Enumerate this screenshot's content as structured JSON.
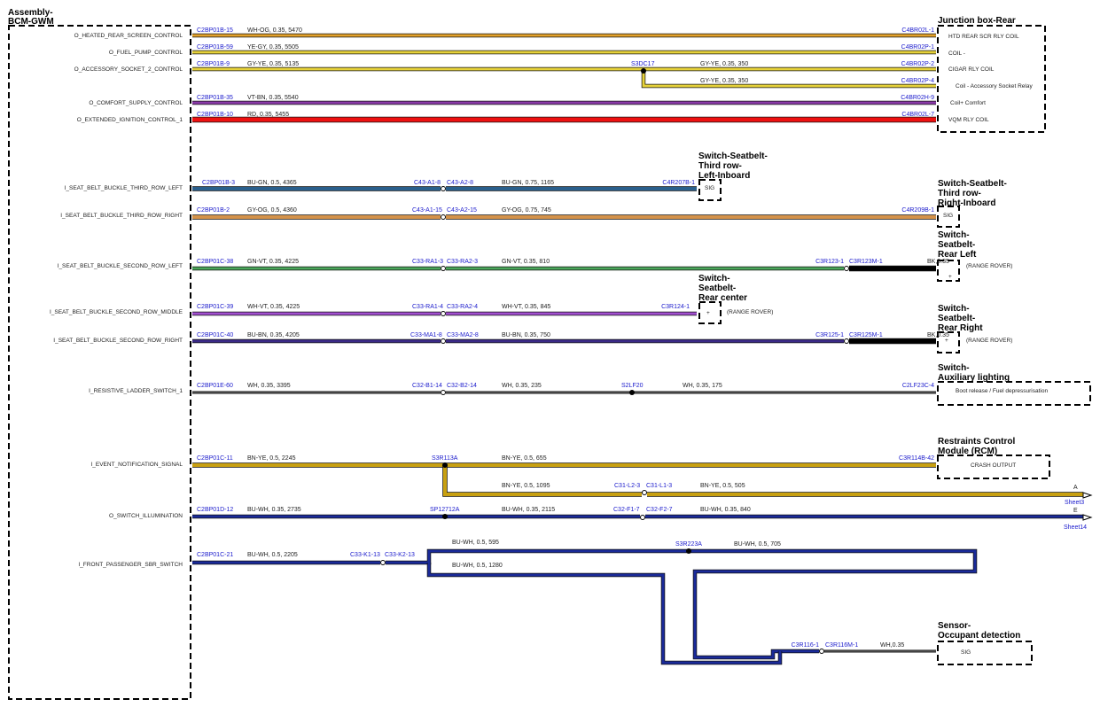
{
  "diagram": {
    "components": {
      "bcm": {
        "line1": "Assembly-",
        "line2": "BCM-GWM"
      },
      "jbox": {
        "title": "Junction box-Rear",
        "pins": [
          "HTD REAR SCR RLY COIL",
          "COIL -",
          "CIGAR RLY COIL",
          "Coil - Accessory Socket Relay",
          "Coil+ Comfort",
          "VQM RLY COIL"
        ]
      },
      "sw3l": {
        "l1": "Switch-Seatbelt-",
        "l2": "Third row-",
        "l3": "Left-Inboard",
        "pin": "SIG"
      },
      "sw3r": {
        "l1": "Switch-Seatbelt-",
        "l2": "Third row-",
        "l3": "Right-Inboard",
        "pin": "SIG"
      },
      "sw2l": {
        "l1": "Switch-",
        "l2": "Seatbelt-",
        "l3": "Rear Left",
        "pin": "+",
        "note": "(RANGE ROVER)"
      },
      "sw2c": {
        "l1": "Switch-",
        "l2": "Seatbelt-",
        "l3": "Rear center",
        "pin": "+",
        "note": "(RANGE ROVER)"
      },
      "sw2r": {
        "l1": "Switch-",
        "l2": "Seatbelt-",
        "l3": "Rear Right",
        "pin": "+",
        "note": "(RANGE ROVER)"
      },
      "aux": {
        "l1": "Switch-",
        "l2": "Auxiliary lighting",
        "pin": "Boot release / Fuel depressurisation"
      },
      "rcm": {
        "l1": "Restraints Control",
        "l2": "Module (RCM)",
        "pin": "CRASH OUTPUT"
      },
      "occ": {
        "l1": "Sensor-",
        "l2": "Occupant detection",
        "pin": "SIG"
      }
    },
    "signals": [
      "O_HEATED_REAR_SCREEN_CONTROL",
      "O_FUEL_PUMP_CONTROL",
      "O_ACCESSORY_SOCKET_2_CONTROL",
      "O_COMFORT_SUPPLY_CONTROL",
      "O_EXTENDED_IGNITION_CONTROL_1",
      "I_SEAT_BELT_BUCKLE_THIRD_ROW_LEFT",
      "I_SEAT_BELT_BUCKLE_THIRD_ROW_RIGHT",
      "I_SEAT_BELT_BUCKLE_SECOND_ROW_LEFT",
      "I_SEAT_BELT_BUCKLE_SECOND_ROW_MIDDLE",
      "I_SEAT_BELT_BUCKLE_SECOND_ROW_RIGHT",
      "I_RESISTIVE_LADDER_SWITCH_1",
      "I_EVENT_NOTIFICATION_SIGNAL",
      "O_SWITCH_ILLUMINATION",
      "I_FRONT_PASSENGER_SBR_SWITCH"
    ],
    "connectors": {
      "r1_a": "C2BP01B-15",
      "r1_b": "C4BR02L-1",
      "r2_a": "C2BP01B-59",
      "r2_b": "C4BR02P-1",
      "r3_a": "C2BP01B-9",
      "r3_s": "S3DC17",
      "r3_b": "C4BR02P-2",
      "r3_c": "C4BR02P-4",
      "r4_a": "C2BP01B-35",
      "r4_b": "C4BR02H-9",
      "r5_a": "C2BP01B-10",
      "r5_b": "C4BR02L-7",
      "r6_a": "C2BP01B-3",
      "r6_i1": "C43-A1-8",
      "r6_i2": "C43-A2-8",
      "r6_b": "C4R207B-1",
      "r7_a": "C2BP01B-2",
      "r7_i1": "C43-A1-15",
      "r7_i2": "C43-A2-15",
      "r7_b": "C4R209B-1",
      "r8_a": "C2BP01C-38",
      "r8_i1": "C33-RA1-3",
      "r8_i2": "C33-RA2-3",
      "r8_b": "C3R123-1",
      "r8_c": "C3R123M-1",
      "r9_a": "C2BP01C-39",
      "r9_i1": "C33-RA1-4",
      "r9_i2": "C33-RA2-4",
      "r9_b": "C3R124-1",
      "r10_a": "C2BP01C-40",
      "r10_i1": "C33-MA1-8",
      "r10_i2": "C33-MA2-8",
      "r10_b": "C3R125-1",
      "r10_c": "C3R125M-1",
      "r11_a": "C2BP01E-60",
      "r11_i1": "C32-B1-14",
      "r11_i2": "C32-B2-14",
      "r11_s": "S2LF20",
      "r11_b": "C2LF23C-4",
      "r12_a": "C2BP01C-11",
      "r12_s": "S3R113A",
      "r12_b": "C3R114B-42",
      "r12_i1": "C31-L2-3",
      "r12_i2": "C31-L1-3",
      "r13_a": "C2BP01D-12",
      "r13_s": "SP12712A",
      "r13_i1": "C32-F1-7",
      "r13_i2": "C32-F2-7",
      "r14_a": "C2BP01C-21",
      "r14_i1": "C33-K1-13",
      "r14_i2": "C33-K2-13",
      "r14_s": "S3R223A",
      "r14_b": "C3R116-1",
      "r14_c": "C3R116M-1"
    },
    "wire_labels": {
      "r1": "WH-OG,  0.35,  5470",
      "r2": "YE-GY,  0.35,  5505",
      "r3": "GY-YE,  0.35,  5135",
      "r3b": "GY-YE,  0.35,  350",
      "r3c": "GY-YE,  0.35,  350",
      "r4": "VT-BN,  0.35,  5540",
      "r5": "RD,  0.35,  5455",
      "r6": "BU-GN,  0.5,  4365",
      "r6b": "BU-GN,  0.75,  1165",
      "r7": "GY-OG,  0.5,  4360",
      "r7b": "GY-OG,  0.75,  745",
      "r8": "GN-VT,  0.35,  4225",
      "r8b": "GN-VT,  0.35,  810",
      "r8c": "BK,0.35",
      "r9": "WH-VT,  0.35,  4225",
      "r9b": "WH-VT,  0.35,  845",
      "r10": "BU-BN,  0.35,  4205",
      "r10b": "BU-BN,  0.35,  750",
      "r10c": "BK,0.35",
      "r11": "WH,  0.35,  3395",
      "r11b": "WH,  0.35,  235",
      "r11c": "WH,  0.35,  175",
      "r12": "BN-YE,  0.5,  2245",
      "r12b": "BN-YE,  0.5,  655",
      "r12c": "BN-YE,  0.5,  1095",
      "r12d": "BN-YE,  0.5,  505",
      "r13": "BU-WH,  0.35,  2735",
      "r13b": "BU-WH,  0.35,  2115",
      "r13c": "BU-WH,  0.35,  840",
      "r14": "BU-WH,  0.5,  2205",
      "r14b": "BU-WH,  0.5,  595",
      "r14c": "BU-WH,  0.5,  1280",
      "r14d": "BU-WH,  0.5,  705",
      "r14e": "WH,0.35"
    },
    "offsheet": {
      "a_letter": "A",
      "a_sheet": "Sheet3",
      "e_letter": "E",
      "e_sheet": "Sheet14"
    },
    "wire_colors": {
      "WH-OG": "#e3a12a",
      "YE-GY": "#e6d23a",
      "GY-YE": "#e6d23a",
      "VT-BN": "#8a3aa8",
      "RD": "#ee1111",
      "BU-GN": "#2a5f8c",
      "GY-OG": "#d4924a",
      "GN-VT": "#4aa65a",
      "WH-VT": "#a24fd0",
      "BU-BN": "#3b2a88",
      "WH": "#555555",
      "BN-YE": "#c8a010",
      "BU-WH": "#1a2a99",
      "BK": "#000000"
    }
  }
}
